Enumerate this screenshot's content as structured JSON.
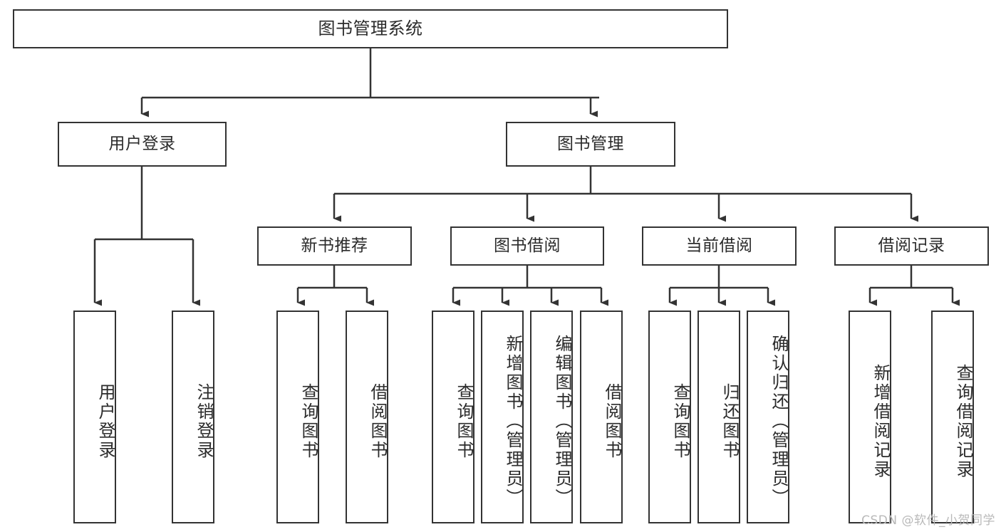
{
  "diagram": {
    "type": "tree",
    "title": "图书管理系统",
    "colors": {
      "background": "#ffffff",
      "border": "#333333",
      "text": "#2b2b2b",
      "watermark": "#b9b9b9"
    },
    "root": {
      "label": "图书管理系统"
    },
    "level2": [
      {
        "label": "用户登录"
      },
      {
        "label": "图书管理"
      }
    ],
    "level3": [
      {
        "label": "新书推荐"
      },
      {
        "label": "图书借阅"
      },
      {
        "label": "当前借阅"
      },
      {
        "label": "借阅记录"
      }
    ],
    "leaves": {
      "user_login": [
        {
          "label": "用户登录"
        },
        {
          "label": "注销登录"
        }
      ],
      "new_book_recommend": [
        {
          "label": "查询图书"
        },
        {
          "label": "借阅图书"
        }
      ],
      "book_borrow": [
        {
          "label": "查询图书"
        },
        {
          "label": "新增图书（管理员）"
        },
        {
          "label": "编辑图书（管理员）"
        },
        {
          "label": "借阅图书"
        }
      ],
      "current_borrow": [
        {
          "label": "查询图书"
        },
        {
          "label": "归还图书"
        },
        {
          "label": "确认归还（管理员）"
        }
      ],
      "borrow_records": [
        {
          "label": "新增借阅记录"
        },
        {
          "label": "查询借阅记录"
        }
      ]
    },
    "watermark": "CSDN @软件_小贺同学"
  }
}
